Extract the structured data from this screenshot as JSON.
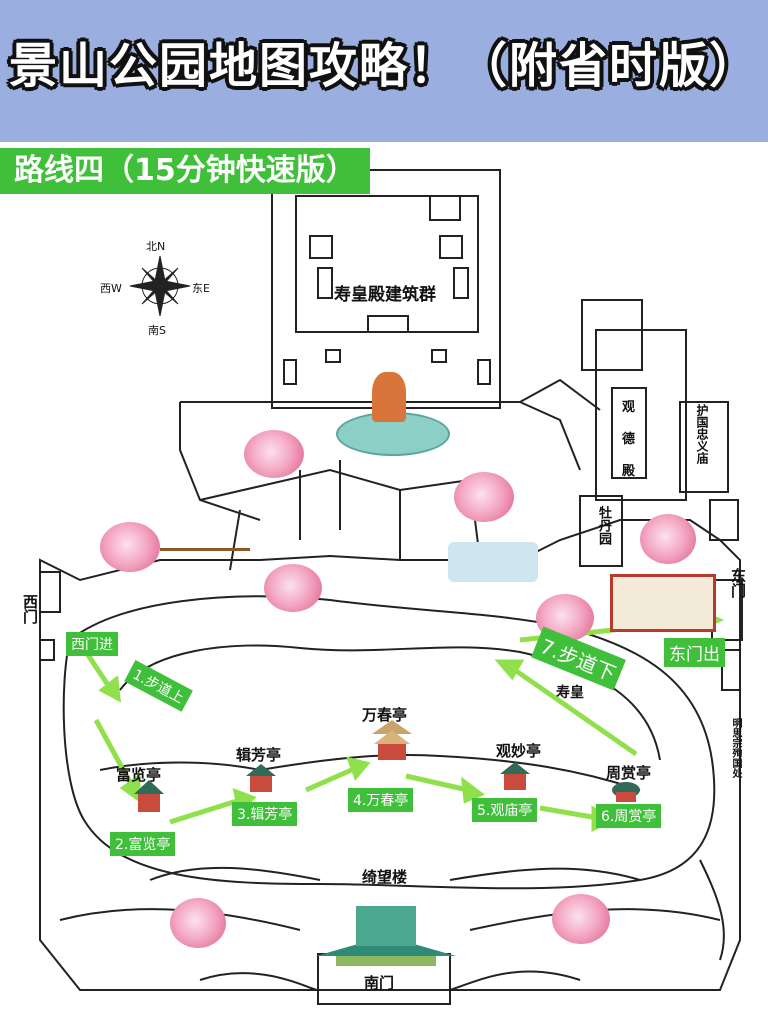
{
  "title": "景山公园地图攻略！（附省时版）",
  "route_badge": "路线四（15分钟快速版）",
  "compass": {
    "n": "北N",
    "s": "南S",
    "e": "东E",
    "w": "西W"
  },
  "places": {
    "shouhuang": "寿皇殿建筑群",
    "guande": "观",
    "guande2": "德",
    "guande3": "殿",
    "huguo": "护国忠义庙",
    "mudan": "牡丹园",
    "east_gate": "东门",
    "west_gate": "西门",
    "wanchun": "万春亭",
    "jifang": "辑芳亭",
    "fulan": "富览亭",
    "guanmiao": "观妙亭",
    "zhoushang": "周赏亭",
    "qiwang": "绮望楼",
    "south_gate": "南门",
    "shouhuang_small": "寿皇",
    "mingsi": "明思宗殉国处"
  },
  "route_labels": {
    "west_in": "西门进",
    "step1": "1.步道上",
    "step2": "2.富览亭",
    "step3": "3.辑芳亭",
    "step4": "4.万春亭",
    "step5": "5.观庙亭",
    "step6": "6.周赏亭",
    "step7": "7.步道下",
    "east_out": "东门出"
  },
  "colors": {
    "banner": "#9aaee0",
    "route_green": "#3fbf3a",
    "arrow": "#8fe04a"
  }
}
